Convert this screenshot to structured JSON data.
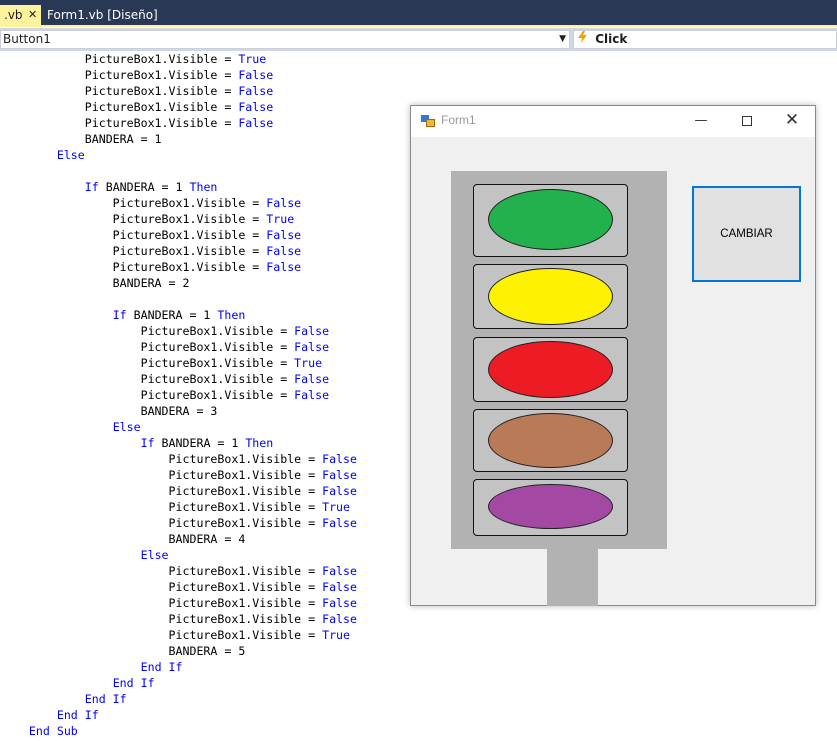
{
  "tabs": {
    "active": {
      "label": ".vb",
      "close": "✕"
    },
    "inactive": {
      "label": "Form1.vb [Diseño]"
    }
  },
  "navbar": {
    "object_selector": "Button1",
    "event_icon": "lightning-event-icon",
    "event_selector": "Click",
    "dropdown_glyph": "▼"
  },
  "code": {
    "lines": [
      [
        {
          "t": "            PictureBox1.Visible = "
        },
        {
          "t": "True",
          "k": 1
        }
      ],
      [
        {
          "t": "            PictureBox1.Visible = "
        },
        {
          "t": "False",
          "k": 1
        }
      ],
      [
        {
          "t": "            PictureBox1.Visible = "
        },
        {
          "t": "False",
          "k": 1
        }
      ],
      [
        {
          "t": "            PictureBox1.Visible = "
        },
        {
          "t": "False",
          "k": 1
        }
      ],
      [
        {
          "t": "            PictureBox1.Visible = "
        },
        {
          "t": "False",
          "k": 1
        }
      ],
      [
        {
          "t": "            BANDERA = 1"
        }
      ],
      [
        {
          "t": "        "
        },
        {
          "t": "Else",
          "k": 1
        }
      ],
      [],
      [
        {
          "t": "            "
        },
        {
          "t": "If",
          "k": 1
        },
        {
          "t": " BANDERA = 1 "
        },
        {
          "t": "Then",
          "k": 1
        }
      ],
      [
        {
          "t": "                PictureBox1.Visible = "
        },
        {
          "t": "False",
          "k": 1
        }
      ],
      [
        {
          "t": "                PictureBox1.Visible = "
        },
        {
          "t": "True",
          "k": 1
        }
      ],
      [
        {
          "t": "                PictureBox1.Visible = "
        },
        {
          "t": "False",
          "k": 1
        }
      ],
      [
        {
          "t": "                PictureBox1.Visible = "
        },
        {
          "t": "False",
          "k": 1
        }
      ],
      [
        {
          "t": "                PictureBox1.Visible = "
        },
        {
          "t": "False",
          "k": 1
        }
      ],
      [
        {
          "t": "                BANDERA = 2"
        }
      ],
      [],
      [
        {
          "t": "                "
        },
        {
          "t": "If",
          "k": 1
        },
        {
          "t": " BANDERA = 1 "
        },
        {
          "t": "Then",
          "k": 1
        }
      ],
      [
        {
          "t": "                    PictureBox1.Visible = "
        },
        {
          "t": "False",
          "k": 1
        }
      ],
      [
        {
          "t": "                    PictureBox1.Visible = "
        },
        {
          "t": "False",
          "k": 1
        }
      ],
      [
        {
          "t": "                    PictureBox1.Visible = "
        },
        {
          "t": "True",
          "k": 1
        }
      ],
      [
        {
          "t": "                    PictureBox1.Visible = "
        },
        {
          "t": "False",
          "k": 1
        }
      ],
      [
        {
          "t": "                    PictureBox1.Visible = "
        },
        {
          "t": "False",
          "k": 1
        }
      ],
      [
        {
          "t": "                    BANDERA = 3"
        }
      ],
      [
        {
          "t": "                "
        },
        {
          "t": "Else",
          "k": 1
        }
      ],
      [
        {
          "t": "                    "
        },
        {
          "t": "If",
          "k": 1
        },
        {
          "t": " BANDERA = 1 "
        },
        {
          "t": "Then",
          "k": 1
        }
      ],
      [
        {
          "t": "                        PictureBox1.Visible = "
        },
        {
          "t": "False",
          "k": 1
        }
      ],
      [
        {
          "t": "                        PictureBox1.Visible = "
        },
        {
          "t": "False",
          "k": 1
        }
      ],
      [
        {
          "t": "                        PictureBox1.Visible = "
        },
        {
          "t": "False",
          "k": 1
        }
      ],
      [
        {
          "t": "                        PictureBox1.Visible = "
        },
        {
          "t": "True",
          "k": 1
        }
      ],
      [
        {
          "t": "                        PictureBox1.Visible = "
        },
        {
          "t": "False",
          "k": 1
        }
      ],
      [
        {
          "t": "                        BANDERA = 4"
        }
      ],
      [
        {
          "t": "                    "
        },
        {
          "t": "Else",
          "k": 1
        }
      ],
      [
        {
          "t": "                        PictureBox1.Visible = "
        },
        {
          "t": "False",
          "k": 1
        }
      ],
      [
        {
          "t": "                        PictureBox1.Visible = "
        },
        {
          "t": "False",
          "k": 1
        }
      ],
      [
        {
          "t": "                        PictureBox1.Visible = "
        },
        {
          "t": "False",
          "k": 1
        }
      ],
      [
        {
          "t": "                        PictureBox1.Visible = "
        },
        {
          "t": "False",
          "k": 1
        }
      ],
      [
        {
          "t": "                        PictureBox1.Visible = "
        },
        {
          "t": "True",
          "k": 1
        }
      ],
      [
        {
          "t": "                        BANDERA = 5"
        }
      ],
      [
        {
          "t": "                    "
        },
        {
          "t": "End If",
          "k": 1
        }
      ],
      [
        {
          "t": "                "
        },
        {
          "t": "End If",
          "k": 1
        }
      ],
      [
        {
          "t": "            "
        },
        {
          "t": "End If",
          "k": 1
        }
      ],
      [
        {
          "t": "        "
        },
        {
          "t": "End If",
          "k": 1
        }
      ],
      [
        {
          "t": "    "
        },
        {
          "t": "End Sub",
          "k": 1
        }
      ]
    ]
  },
  "form": {
    "title": "Form1",
    "minimize_glyph": "—",
    "close_glyph": "✕",
    "button_label": "CAMBIAR",
    "lamps": [
      {
        "name": "green",
        "color": "#22b14c"
      },
      {
        "name": "yellow",
        "color": "#fff200"
      },
      {
        "name": "red",
        "color": "#ed1c24"
      },
      {
        "name": "brown",
        "color": "#b97a57"
      },
      {
        "name": "purple",
        "color": "#a349a4"
      }
    ]
  },
  "colors": {
    "keyword": "#0000ff",
    "tab_active": "#fff29d",
    "tab_strip": "#293955",
    "focus_border": "#0078d7"
  }
}
